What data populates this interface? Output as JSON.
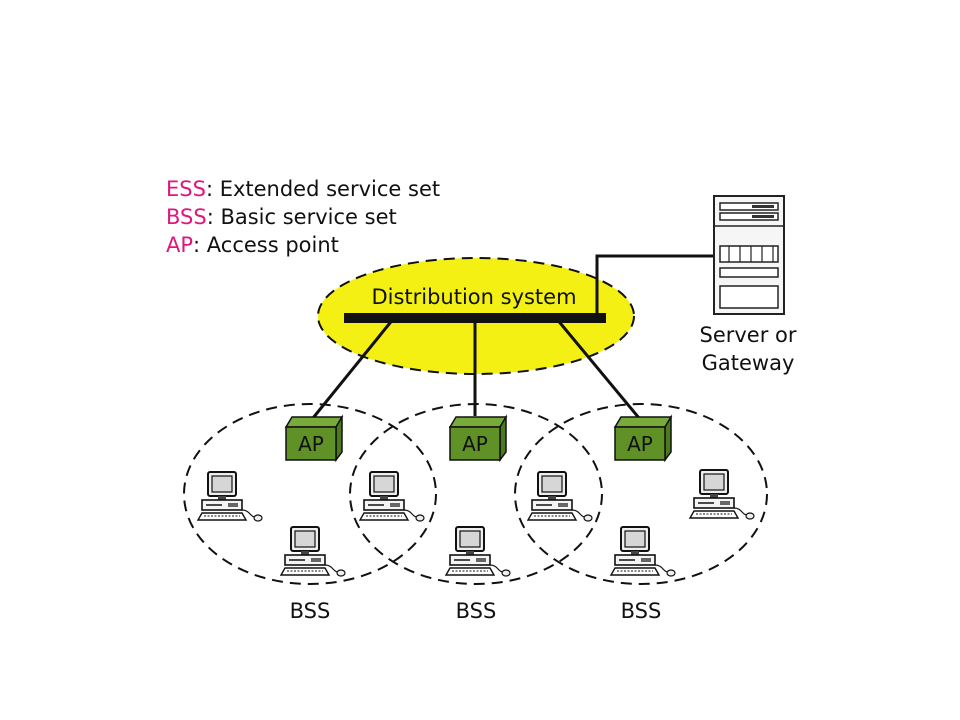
{
  "legend": [
    {
      "abbr": "ESS",
      "description": ": Extended service set"
    },
    {
      "abbr": "BSS",
      "description": ": Basic service set"
    },
    {
      "abbr": "AP",
      "description": ": Access point"
    }
  ],
  "distribution_system": {
    "label": "Distribution system"
  },
  "server": {
    "label_line1": "Server or",
    "label_line2": "Gateway"
  },
  "access_points": [
    {
      "label": "AP"
    },
    {
      "label": "AP"
    },
    {
      "label": "AP"
    }
  ],
  "bss_labels": [
    "BSS",
    "BSS",
    "BSS"
  ],
  "colors": {
    "abbr": "#e0167e",
    "ellipse_fill": "#f4f014",
    "ap_box": "#5f9127",
    "ap_box_top": "#79ab3c"
  }
}
